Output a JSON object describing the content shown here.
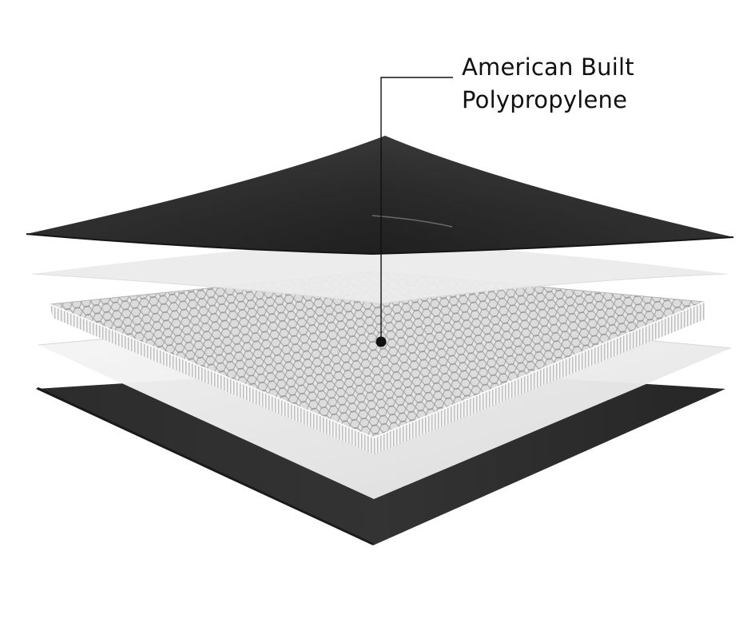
{
  "callout": {
    "line1": "American Built",
    "line2": "Polypropylene",
    "color": "#111111"
  },
  "layers": [
    {
      "name": "top-skin",
      "color": "#2e2e2e"
    },
    {
      "name": "upper-film",
      "color": "#ececec"
    },
    {
      "name": "honeycomb-core",
      "color": "#e2e2e2"
    },
    {
      "name": "lower-film",
      "color": "#f3f3f3"
    },
    {
      "name": "bottom-skin",
      "color": "#2b2b2b"
    }
  ]
}
